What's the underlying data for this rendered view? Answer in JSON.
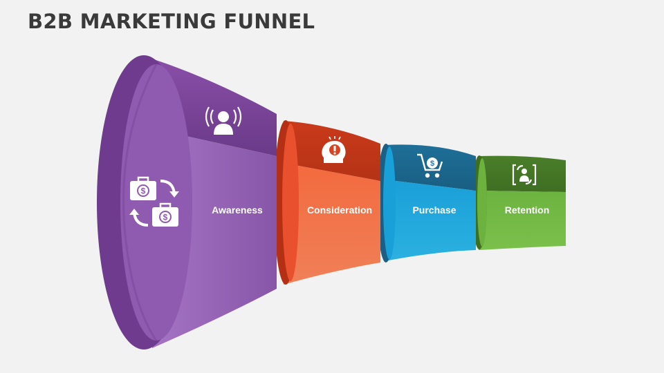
{
  "title": "B2B MARKETING FUNNEL",
  "stages": [
    {
      "label": "Awareness",
      "icon": "person-broadcast-icon",
      "color": "#7b4a9a"
    },
    {
      "label": "Consideration",
      "icon": "lightbulb-head-icon",
      "color": "#e8502e"
    },
    {
      "label": "Purchase",
      "icon": "shopping-cart-dollar-icon",
      "color": "#1a93c9"
    },
    {
      "label": "Retention",
      "icon": "person-refresh-icon",
      "color": "#5e9b34"
    }
  ],
  "mouth_icon": "money-briefcase-cycle-icon"
}
